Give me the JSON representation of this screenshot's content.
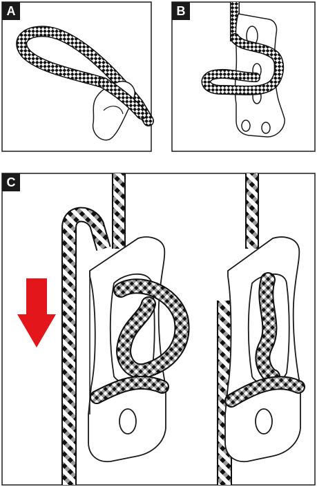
{
  "panels": [
    {
      "label": "A"
    },
    {
      "label": "B"
    },
    {
      "label": "C"
    }
  ],
  "colors": {
    "outline": "#1a1a1a",
    "rope_dark": "#111111",
    "rope_light": "#ffffff",
    "rope_grey": "#9a9a9a",
    "arrow": "#e3161b"
  }
}
